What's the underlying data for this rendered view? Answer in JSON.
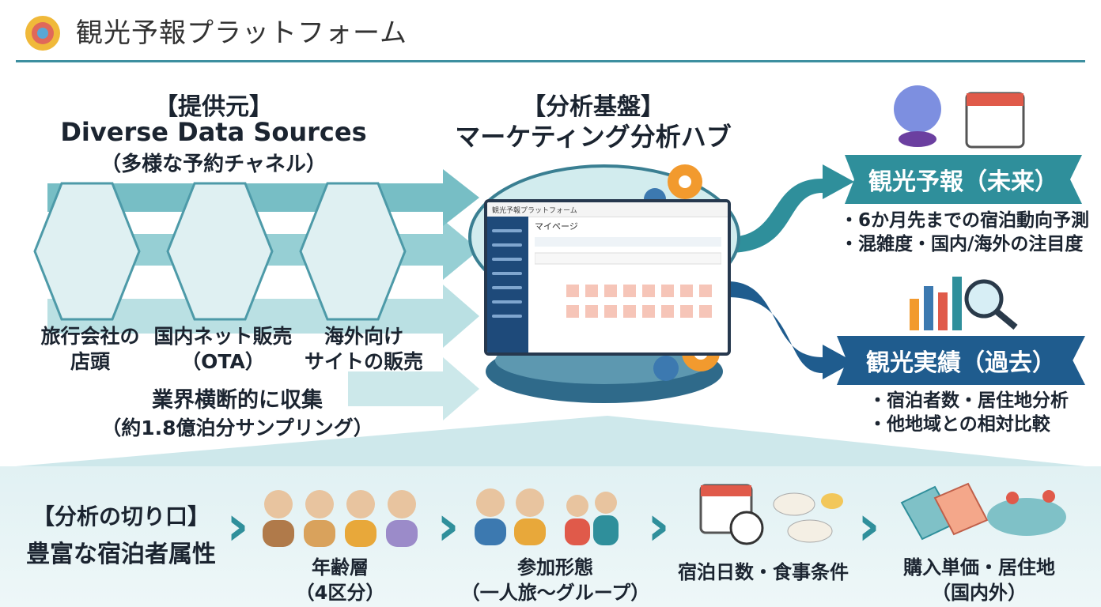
{
  "header": {
    "title": "観光予報プラットフォーム"
  },
  "sources": {
    "bracket_label": "【提供元】",
    "title_en": "Diverse Data Sources",
    "subtitle": "（多様な予約チャネル）",
    "items": [
      {
        "line1": "旅行会社の",
        "line2": "店頭",
        "icon": "storefront-icon"
      },
      {
        "line1": "国内ネット販売",
        "line2": "（OTA）",
        "icon": "laptop-tablet-icon"
      },
      {
        "line1": "海外向け",
        "line2": "サイトの販売",
        "icon": "world-airplane-icon"
      }
    ],
    "collect_line1": "業界横断的に収集",
    "collect_line2": "（約1.8億泊分サンプリング）"
  },
  "hub": {
    "bracket_label": "【分析基盤】",
    "title": "マーケティング分析ハブ",
    "screen_brand": "観光予報プラットフォーム",
    "screen_page": "マイページ"
  },
  "outputs": {
    "future": {
      "banner": "観光予報（未来）",
      "bullets": [
        "・6か月先までの宿泊動向予測",
        "・混雑度・国内/海外の注目度"
      ]
    },
    "past": {
      "banner": "観光実績（過去）",
      "bullets": [
        "・宿泊者数・居住地分析",
        "・他地域との相対比較"
      ]
    }
  },
  "attributes": {
    "bracket_label": "【分析の切り口】",
    "title": "豊富な宿泊者属性",
    "items": [
      {
        "line1": "年齢層",
        "line2": "（4区分）"
      },
      {
        "line1": "参加形態",
        "line2": "（一人旅～グループ）"
      },
      {
        "line1": "宿泊日数・食事条件",
        "line2": ""
      },
      {
        "line1": "購入単価・居住地",
        "line2": "（国内外）"
      }
    ]
  },
  "colors": {
    "teal": "#2f8f9b",
    "navy": "#1f5c8e",
    "accent": "#f29a2e"
  }
}
